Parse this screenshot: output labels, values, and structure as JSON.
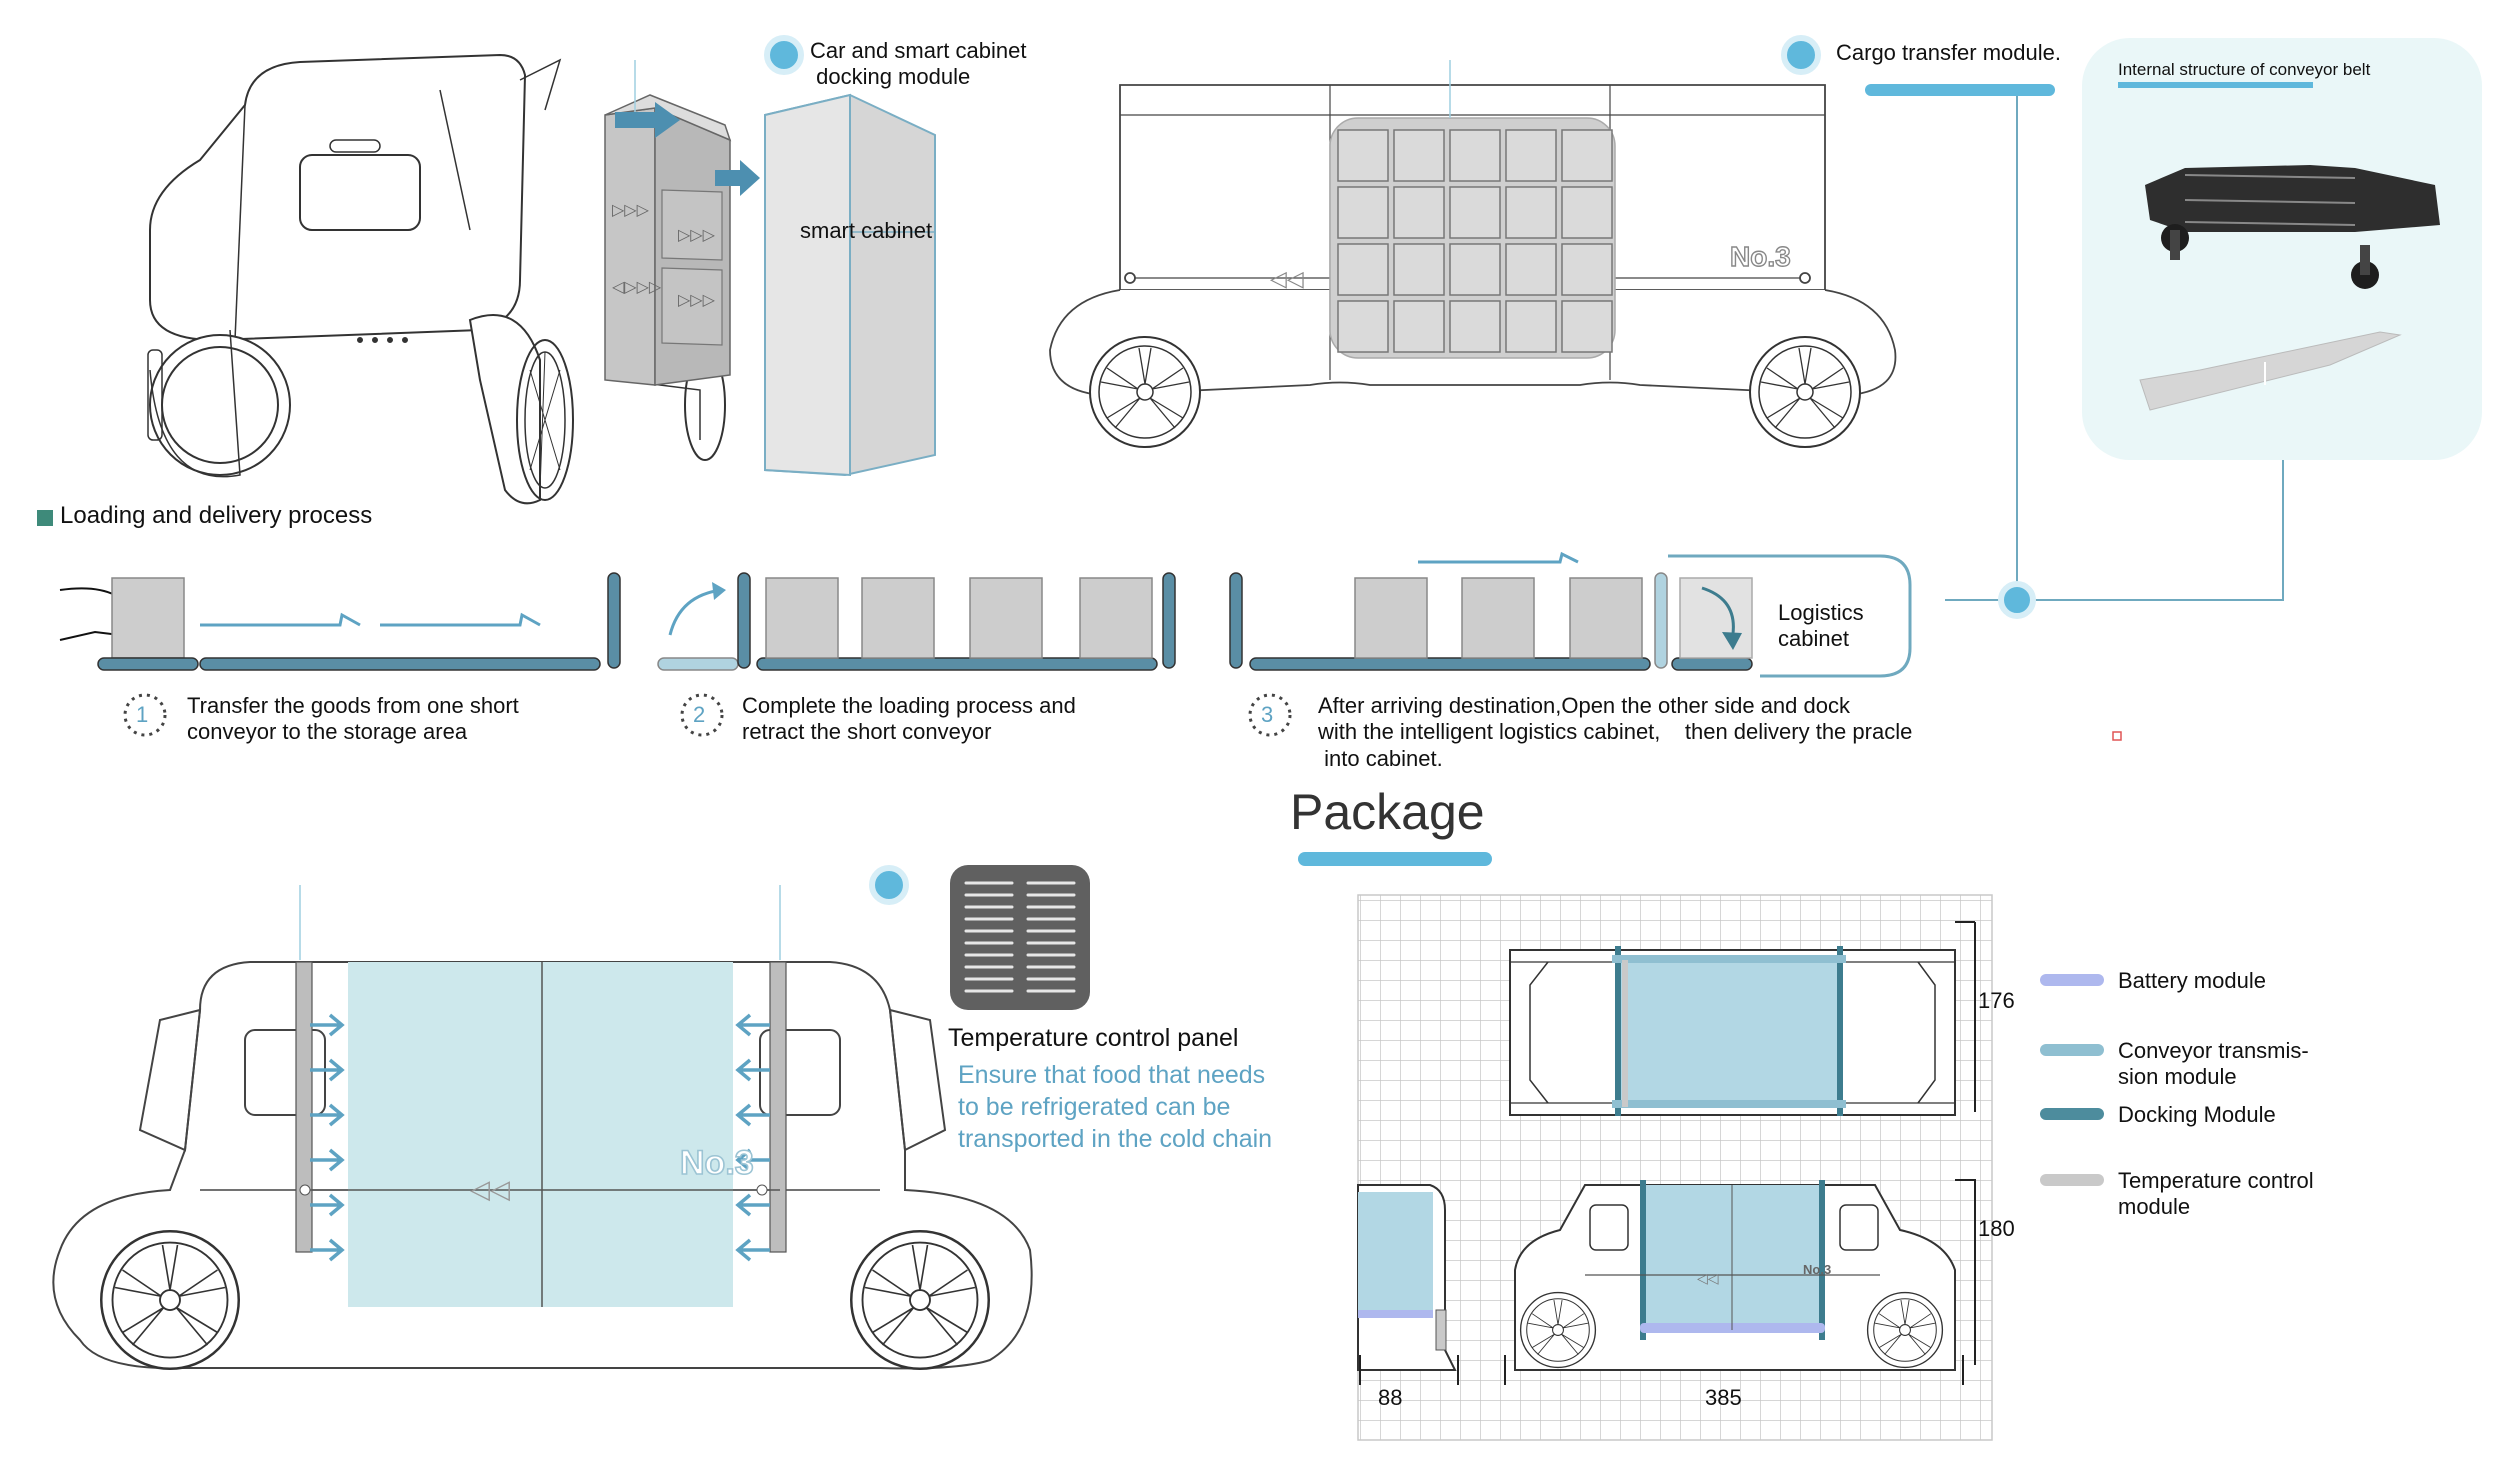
{
  "labels": {
    "docking_module": "Car and smart cabinet\n docking module",
    "smart_cabinet": "smart cabinet",
    "cargo_transfer": "Cargo transfer module.",
    "conveyor_internal": "Internal structure of conveyor belt",
    "vehicle_plate": "No.3",
    "process_title": "Loading and delivery process",
    "logistics_cabinet": "Logistics\ncabinet",
    "package_title": "Package",
    "temp_panel_title": "Temperature control panel",
    "temp_panel_desc": "Ensure that food that needs\nto be refrigerated can be\ntransported in the cold chain"
  },
  "steps": [
    {
      "num": "1",
      "text": "Transfer the goods from one short\nconveyor to the storage area"
    },
    {
      "num": "2",
      "text": "Complete the loading process and\nretract the short conveyor"
    },
    {
      "num": "3",
      "text": "After arriving destination,Open the other side and dock\nwith the intelligent logistics cabinet,    then delivery the pracle\n into cabinet."
    }
  ],
  "dimensions": {
    "top_height": "176",
    "side_height": "180",
    "front_length": "88",
    "side_length": "385"
  },
  "legend": [
    {
      "label": "Battery module",
      "color": "#aeb8ee"
    },
    {
      "label": "Conveyor transmis-\nsion module",
      "color": "#8fbfd1"
    },
    {
      "label": "Docking Module",
      "color": "#4d8c9d"
    },
    {
      "label": "Temperature control\nmodule",
      "color": "#c9c9c9"
    }
  ],
  "colors": {
    "accent": "#5fb8dc",
    "line": "#5ea3c3",
    "cargo_fill": "#cde8ec"
  }
}
